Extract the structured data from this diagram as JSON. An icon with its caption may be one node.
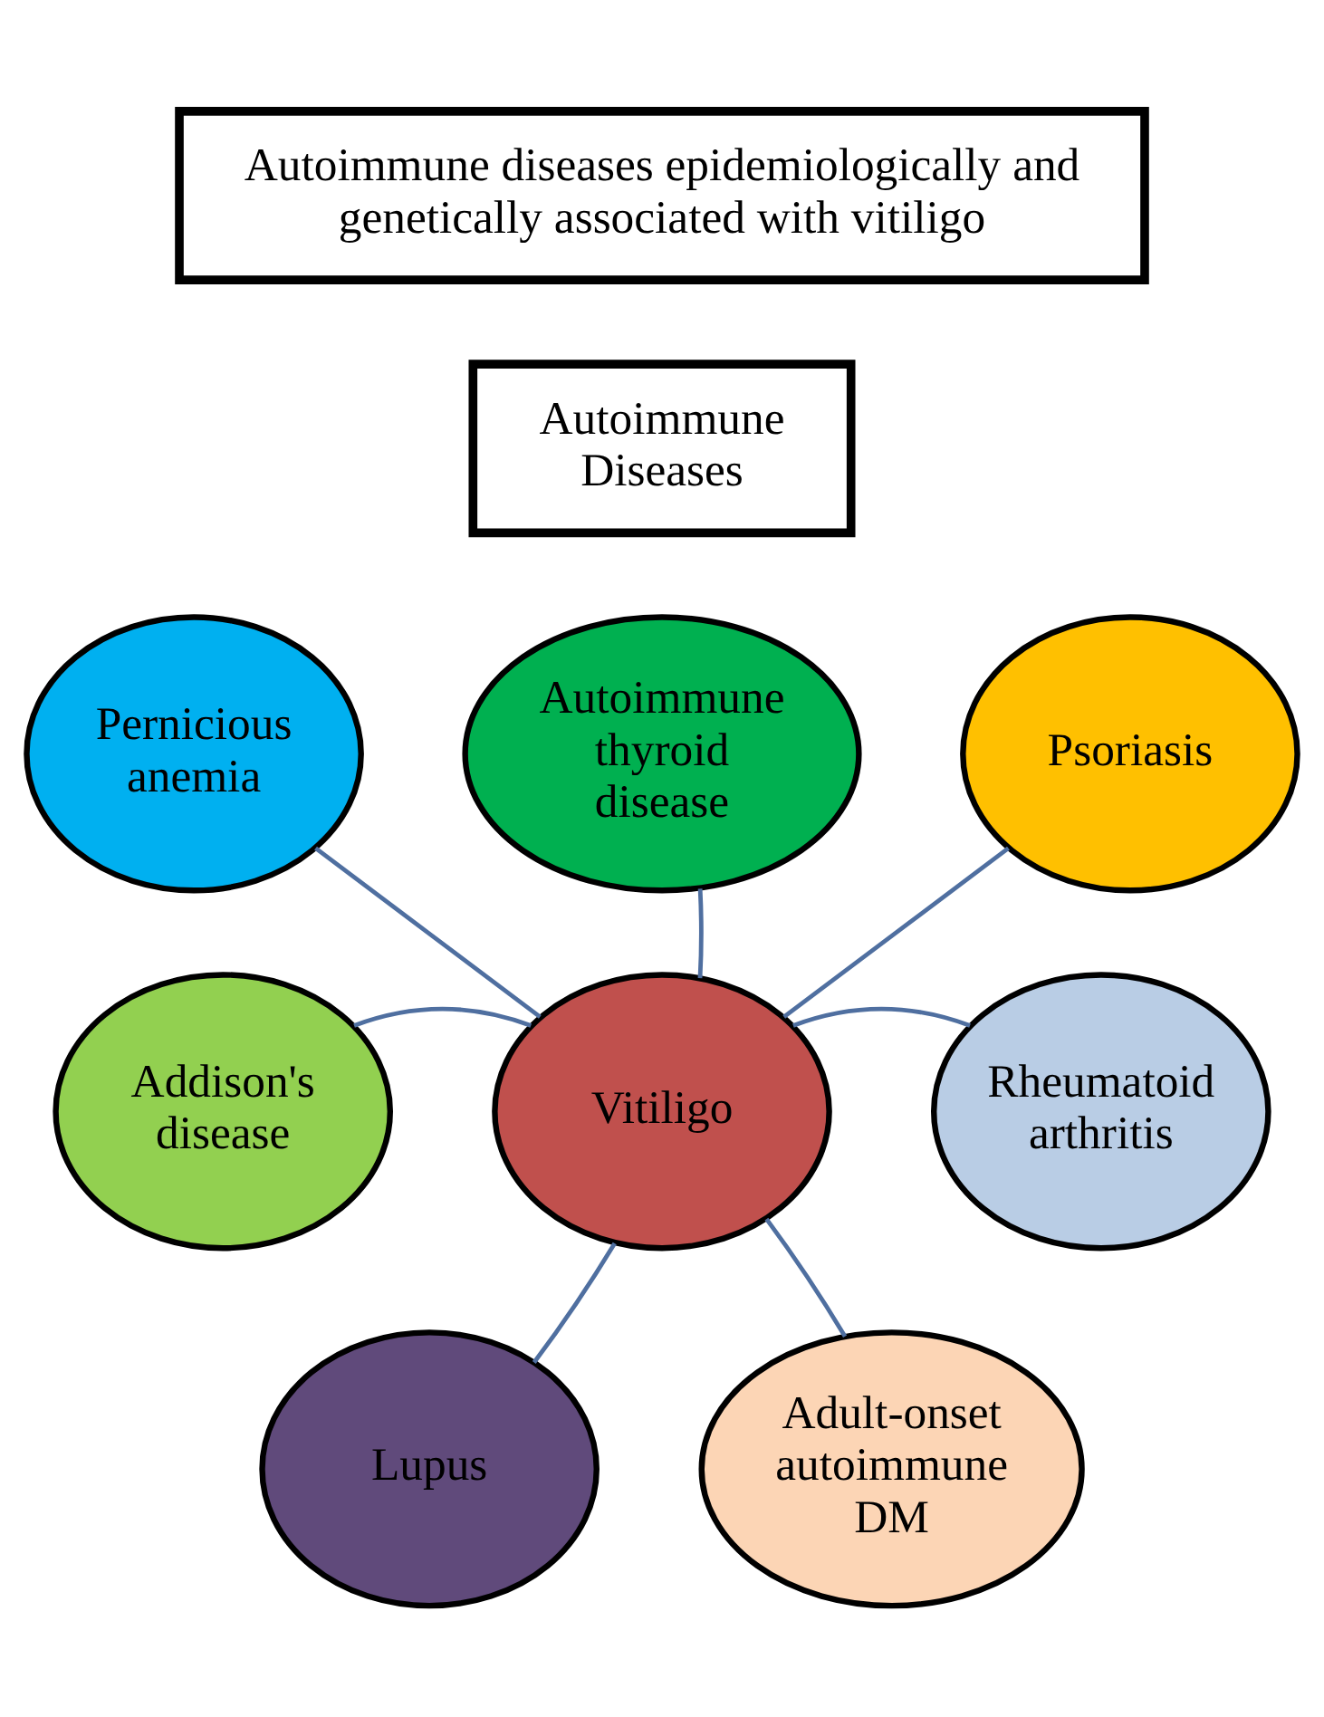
{
  "diagram": {
    "nodes": [
      {
        "text": [
          "Autoimmune diseases epidemiologically and genetically associated with vitiligo"
        ]
      },
      {
        "text": [
          "Autoimmune Diseases"
        ]
      },
      {
        "text": [
          "Autoimmune thyroid disease"
        ]
      },
      {
        "text": [
          "Pernicious anemia"
        ]
      },
      {
        "text": [
          "Psoriasis"
        ]
      },
      {
        "text": [
          "Vitiligo"
        ]
      },
      {
        "text": [
          "Addison's disease"
        ]
      },
      {
        "text": [
          "Rheumatoid arthritis"
        ]
      },
      {
        "text": [
          "Lupus"
        ]
      },
      {
        "text": [
          "Adult-onset autoimmune DM"
        ]
      }
    ],
    "edges": [
      {
        "from": 5,
        "to": 2,
        "arrow": "none"
      },
      {
        "from": 5,
        "to": 3,
        "arrow": "none"
      },
      {
        "from": 5,
        "to": 4,
        "arrow": "none"
      },
      {
        "from": 5,
        "to": 6,
        "arrow": "none"
      },
      {
        "from": 5,
        "to": 7,
        "arrow": "none"
      },
      {
        "from": 5,
        "to": 8,
        "arrow": "none"
      },
      {
        "from": 5,
        "to": 9,
        "arrow": "none"
      }
    ]
  }
}
